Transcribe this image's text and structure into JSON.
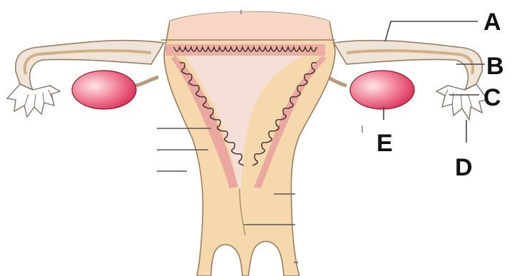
{
  "labels": {
    "a": "A",
    "b": "B",
    "c": "C",
    "d": "D",
    "e": "E"
  },
  "colors": {
    "wall": "#f6d8ad",
    "wall_stroke": "#9a7e62",
    "fundus": "#f7d6c6",
    "cavity": "#f6dfd6",
    "endometrium": "#eaa8a0",
    "tube_fill": "#efe4d8",
    "tube_lumen": "#f4d4b2",
    "ovary": "#e23a58",
    "ovary_highlight": "#fde7ea",
    "leader": "#444444"
  }
}
